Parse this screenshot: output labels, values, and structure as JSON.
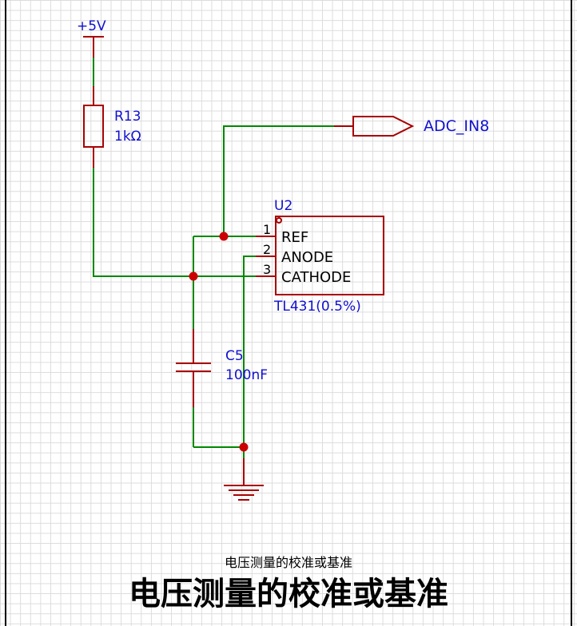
{
  "colors": {
    "wire": "#008800",
    "component": "#a80000",
    "label": "#1010d0",
    "junction": "#cc0000",
    "text": "#000000"
  },
  "power": {
    "label": "+5V"
  },
  "resistor": {
    "ref": "R13",
    "value": "1kΩ"
  },
  "net_port": {
    "label": "ADC_IN8"
  },
  "ic": {
    "ref": "U2",
    "part": "TL431(0.5%)",
    "pins": [
      {
        "number": "1",
        "name": "REF"
      },
      {
        "number": "2",
        "name": "ANODE"
      },
      {
        "number": "3",
        "name": "CATHODE"
      }
    ]
  },
  "capacitor": {
    "ref": "C5",
    "value": "100nF"
  },
  "ground": {
    "icon": "ground-icon"
  },
  "caption": {
    "small": "电压测量的校准或基准",
    "large": "电压测量的校准或基准"
  }
}
